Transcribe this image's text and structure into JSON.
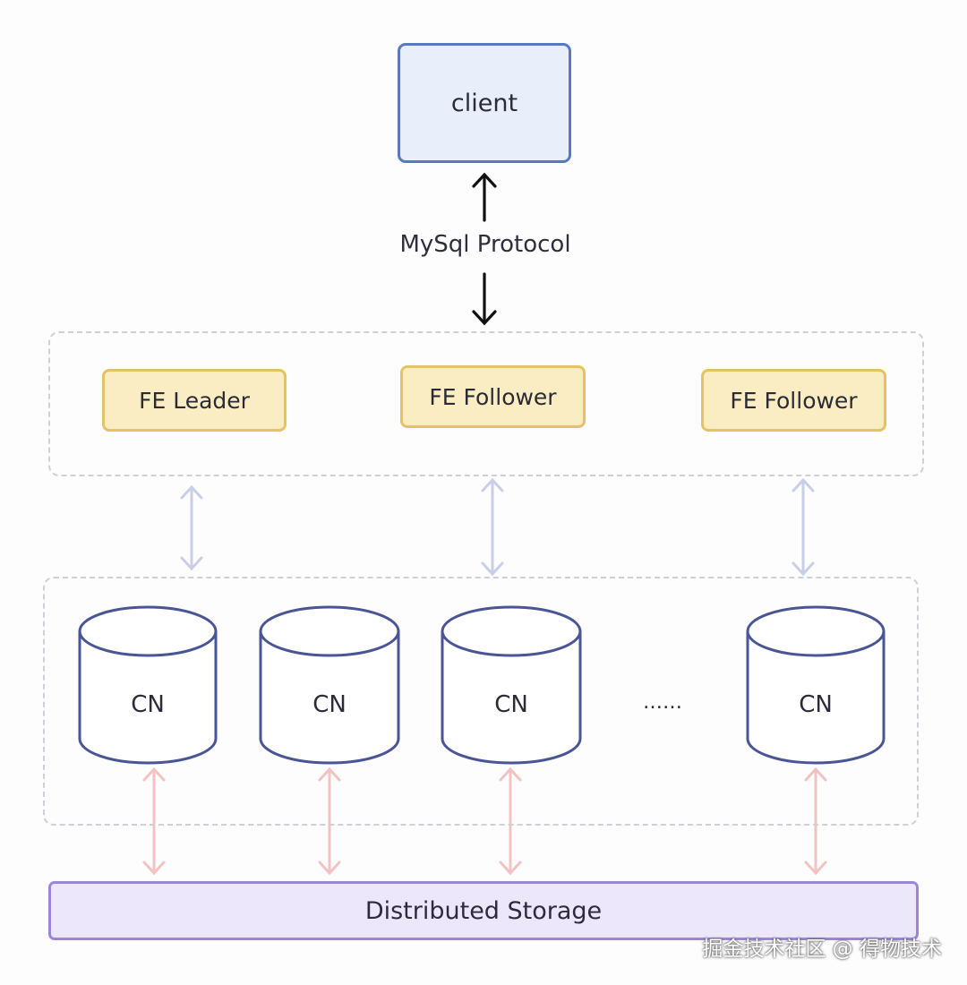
{
  "client": {
    "label": "client"
  },
  "protocol": {
    "label": "MySql Protocol"
  },
  "frontend": {
    "nodes": [
      {
        "label": "FE Leader"
      },
      {
        "label": "FE Follower"
      },
      {
        "label": "FE Follower"
      }
    ]
  },
  "compute": {
    "nodes": [
      {
        "label": "CN"
      },
      {
        "label": "CN"
      },
      {
        "label": "CN"
      },
      {
        "label": "CN"
      }
    ],
    "ellipsis": "……"
  },
  "storage": {
    "label": "Distributed Storage"
  },
  "watermark": "掘金技术社区 @ 得物技术",
  "colors": {
    "client_border": "#5679bf",
    "fe_border": "#e3c365",
    "cn_stroke": "#4a5596",
    "storage_border": "#9b86d9",
    "fe_cn_arrow": "#c9cfe6",
    "cn_storage_arrow": "#f4c2c2"
  }
}
